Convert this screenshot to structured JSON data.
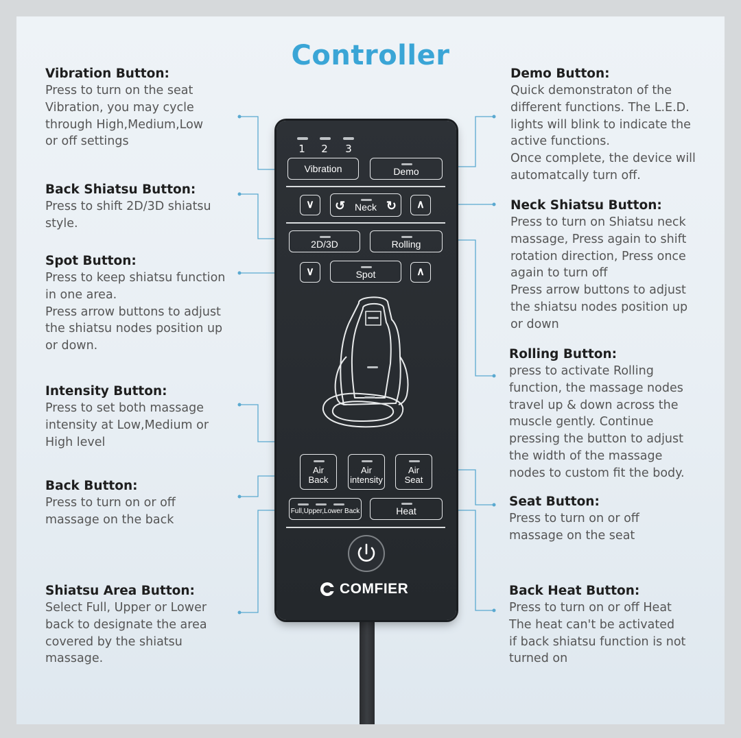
{
  "title": "Controller",
  "left_descriptions": [
    {
      "heading": "Vibration Button:",
      "body": "Press to turn on the seat\nVibration, you may cycle\nthrough High,Medium,Low\nor off settings"
    },
    {
      "heading": "Back Shiatsu Button:",
      "body": "Press to shift 2D/3D shiatsu\nstyle."
    },
    {
      "heading": "Spot Button:",
      "body": "Press to keep shiatsu function\nin one area.\nPress arrow buttons to adjust\nthe shiatsu nodes position up\nor down."
    },
    {
      "heading": "Intensity Button:",
      "body": "Press to set both massage\nintensity at Low,Medium or\nHigh level"
    },
    {
      "heading": "Back Button:",
      "body": "Press to turn on or off\nmassage on the back"
    },
    {
      "heading": "Shiatsu Area Button:",
      "body": "Select Full, Upper or Lower\nback to designate the area\ncovered by the shiatsu\nmassage."
    }
  ],
  "right_descriptions": [
    {
      "heading": "Demo Button:",
      "body": "Quick demonstraton of the\ndifferent functions. The L.E.D.\nlights will blink to indicate the\nactive functions.\nOnce complete, the device will\nautomatcally turn off."
    },
    {
      "heading": "Neck Shiatsu Button:",
      "body": "Press to turn on Shiatsu neck\nmassage, Press again to shift\nrotation direction, Press once\nagain to turn off\nPress arrow buttons to adjust\nthe shiatsu nodes position up\nor down"
    },
    {
      "heading": "Rolling Button:",
      "body": "press to activate Rolling\nfunction, the massage nodes\ntravel up & down across the\nmuscle gently. Continue\npressing the button to adjust\nthe width of the massage\nnodes to custom fit the body."
    },
    {
      "heading": "Seat Button:",
      "body": "Press to turn on or off\nmassage on the seat"
    },
    {
      "heading": "Back Heat Button:",
      "body": "Press to turn on or off Heat\nThe heat can't be activated\nif back shiatsu function is not\nturned on"
    }
  ],
  "remote": {
    "levels": [
      "1",
      "2",
      "3"
    ],
    "vibration": "Vibration",
    "demo": "Demo",
    "neck": "Neck",
    "arrow_down": "∨",
    "arrow_up": "∧",
    "mode_2d3d": "2D/3D",
    "rolling": "Rolling",
    "spot": "Spot",
    "air_back": [
      "Air",
      "Back"
    ],
    "air_intensity": [
      "Air",
      "intensity"
    ],
    "air_seat": [
      "Air",
      "Seat"
    ],
    "area": "Full,Upper,Lower Back",
    "heat": "Heat",
    "brand": "COMFIER"
  },
  "colors": {
    "title": "#3aa5d6",
    "leader": "#5aa9d0",
    "remote": "#26292d"
  }
}
